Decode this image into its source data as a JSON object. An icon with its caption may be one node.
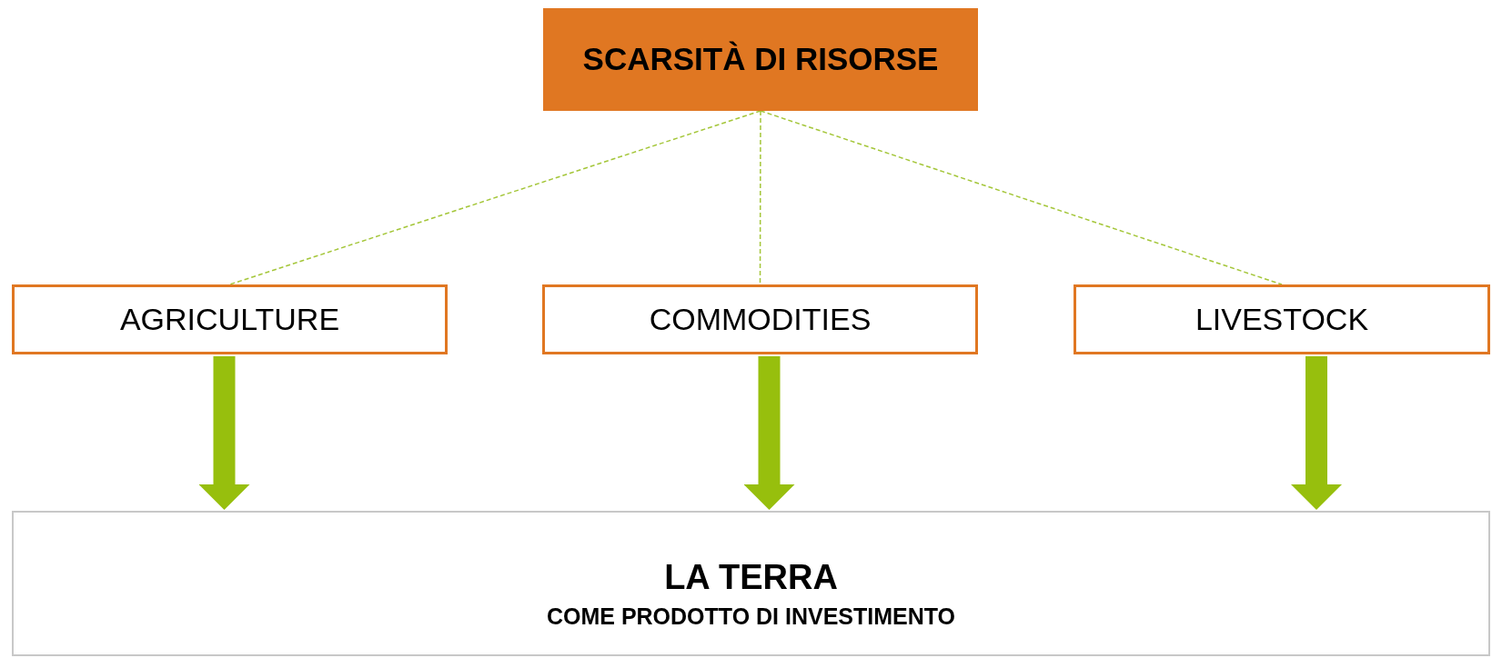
{
  "diagram": {
    "nodes": [
      {
        "text": [
          "SCARSITÀ DI RISORSE"
        ]
      },
      {
        "text": [
          "AGRICULTURE"
        ]
      },
      {
        "text": [
          "COMMODITIES"
        ]
      },
      {
        "text": [
          "LIVESTOCK"
        ]
      },
      {
        "text": [
          "LA TERRA",
          "COME PRODOTTO DI INVESTIMENTO"
        ]
      }
    ],
    "edges": [
      {
        "from": 0,
        "to": 1,
        "arrow": "none",
        "style": "dashed",
        "color": "#a4c639"
      },
      {
        "from": 0,
        "to": 2,
        "arrow": "none",
        "style": "dashed",
        "color": "#a4c639"
      },
      {
        "from": 0,
        "to": 3,
        "arrow": "none",
        "style": "dashed",
        "color": "#a4c639"
      },
      {
        "from": 1,
        "to": 4,
        "arrow": "to",
        "style": "thick",
        "color": "#97bf0d"
      },
      {
        "from": 2,
        "to": 4,
        "arrow": "to",
        "style": "thick",
        "color": "#97bf0d"
      },
      {
        "from": 3,
        "to": 4,
        "arrow": "to",
        "style": "thick",
        "color": "#97bf0d"
      }
    ]
  }
}
